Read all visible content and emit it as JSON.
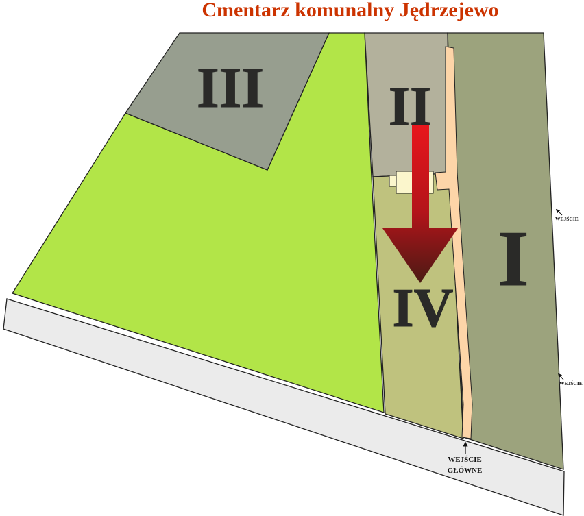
{
  "title": "Cmentarz komunalny Jędrzejewo",
  "sections": {
    "I": "I",
    "II": "II",
    "III": "III",
    "IV": "IV"
  },
  "entrances": {
    "east_upper": "WEJŚCIE",
    "east_lower": "WEJŚCIE",
    "main_line1": "WEJŚCIE",
    "main_line2": "GŁÓWNE"
  },
  "colors": {
    "title": "#cc3300",
    "section_I": "#9ca37d",
    "section_II": "#b3b19c",
    "section_III": "#979e8f",
    "section_IV": "#bfc27e",
    "green_area": "#b2e548",
    "path": "#fdd5a8",
    "road": "#ebebeb",
    "arrow": "#d9141a"
  }
}
